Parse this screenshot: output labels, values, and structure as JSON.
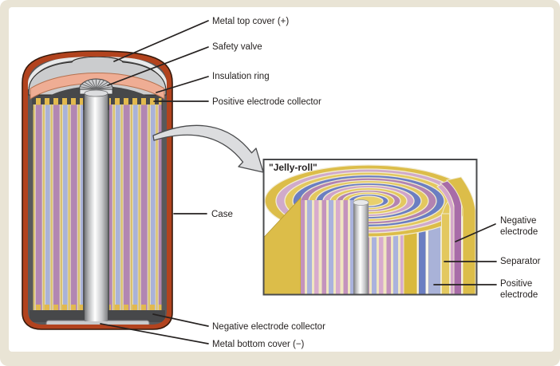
{
  "diagram": {
    "inset_title": "\"Jelly-roll\"",
    "battery_labels": [
      {
        "id": "metal-top-cover",
        "text": "Metal top cover (+)"
      },
      {
        "id": "safety-valve",
        "text": "Safety valve"
      },
      {
        "id": "insulation-ring",
        "text": "Insulation ring"
      },
      {
        "id": "positive-electrode-collector",
        "text": "Positive electrode collector"
      },
      {
        "id": "case",
        "text": "Case"
      },
      {
        "id": "negative-electrode-collector",
        "text": "Negative electrode collector"
      },
      {
        "id": "metal-bottom-cover",
        "text": "Metal bottom cover (−)"
      }
    ],
    "inset_labels": [
      {
        "id": "negative-electrode",
        "text": "Negative electrode"
      },
      {
        "id": "separator",
        "text": "Separator"
      },
      {
        "id": "positive-electrode",
        "text": "Positive electrode"
      }
    ],
    "colors": {
      "background": "#e9e4d5",
      "panel": "#ffffff",
      "case_red": "#b2431e",
      "metal_gray": "#c9cacc",
      "interior_gray": "#58595b",
      "collector_dark_gray": "#4a4b4d",
      "insulation_salmon": "#efad94",
      "electrode_purple": "#b286b2",
      "electrode_lavender": "#a9b2d8",
      "separator_yellow": "#d9c069",
      "roll_outer_yellow": "#dcbd49",
      "roll_blue": "#6b7ec2",
      "roll_pink": "#cfa3c9",
      "text": "#262221"
    }
  }
}
